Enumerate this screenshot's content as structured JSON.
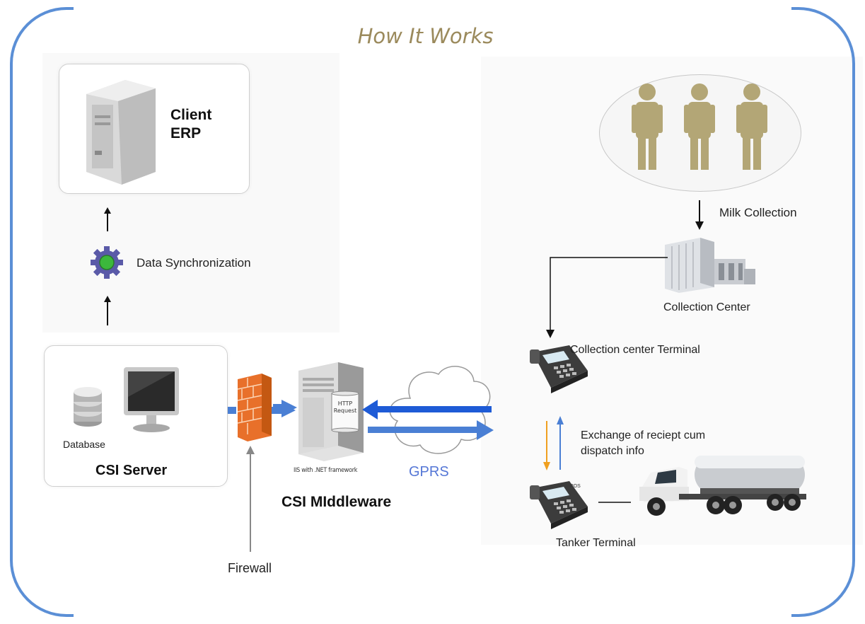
{
  "title": "How It Works",
  "client_erp": {
    "line1": "Client",
    "line2": "ERP"
  },
  "data_sync": {
    "label": "Data Synchronization"
  },
  "csi_server": {
    "database_label": "Database",
    "label": "CSI Server"
  },
  "firewall": {
    "label": "Firewall"
  },
  "middleware": {
    "label": "CSI MIddleware",
    "http_request": "HTTP Request",
    "caption": "IIS with .NET framework"
  },
  "gprs": {
    "label": "GPRS"
  },
  "milk_collection": {
    "label": "Milk Collection"
  },
  "collection_center": {
    "label": "Collection Center"
  },
  "collection_terminal": {
    "label": "Collection center Terminal"
  },
  "exchange": {
    "line1": "Exchange of reciept cum",
    "line2": "dispatch info"
  },
  "tanker_terminal": {
    "label": "Tanker Terminal",
    "pos_mark": "POS"
  },
  "colors": {
    "frame": "#5b8fd6",
    "title": "#9b8a5c",
    "firewall": "#e8702a",
    "gprs": "#5577d6",
    "people": "#b3a676",
    "arrow_blue": "#4a7fd4",
    "arrow_orange": "#f0a020"
  }
}
